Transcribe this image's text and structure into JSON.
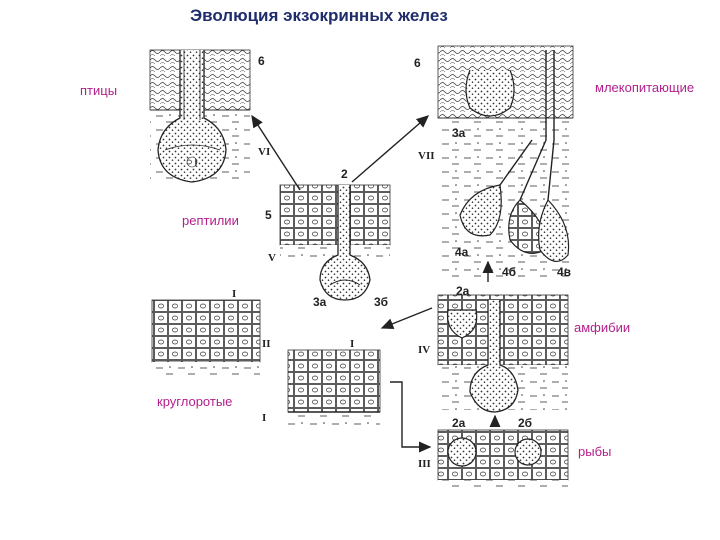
{
  "title": "Эволюция экзокринных желез",
  "labels": {
    "birds": "птицы",
    "mammals": "млекопитающие",
    "reptiles": "рептилии",
    "amphibians": "амфибии",
    "cyclostomes": "круглоротые",
    "fish": "рыбы"
  },
  "roman": {
    "I_a": "I",
    "I_b": "I",
    "I_c": "I",
    "II": "II",
    "III": "III",
    "IV": "IV",
    "V": "V",
    "VI": "VI",
    "VII": "VII"
  },
  "numbers": {
    "n6_left": "6",
    "n6_right": "6",
    "n2_top": "2",
    "n5": "5",
    "n3a_reptile": "3а",
    "n3b_reptile": "3б",
    "n3a_mammal": "3а",
    "n4a": "4а",
    "n4b": "4б",
    "n4v": "4в",
    "n2a_amph": "2а",
    "n2a_fish": "2а",
    "n2b_fish": "2б"
  }
}
